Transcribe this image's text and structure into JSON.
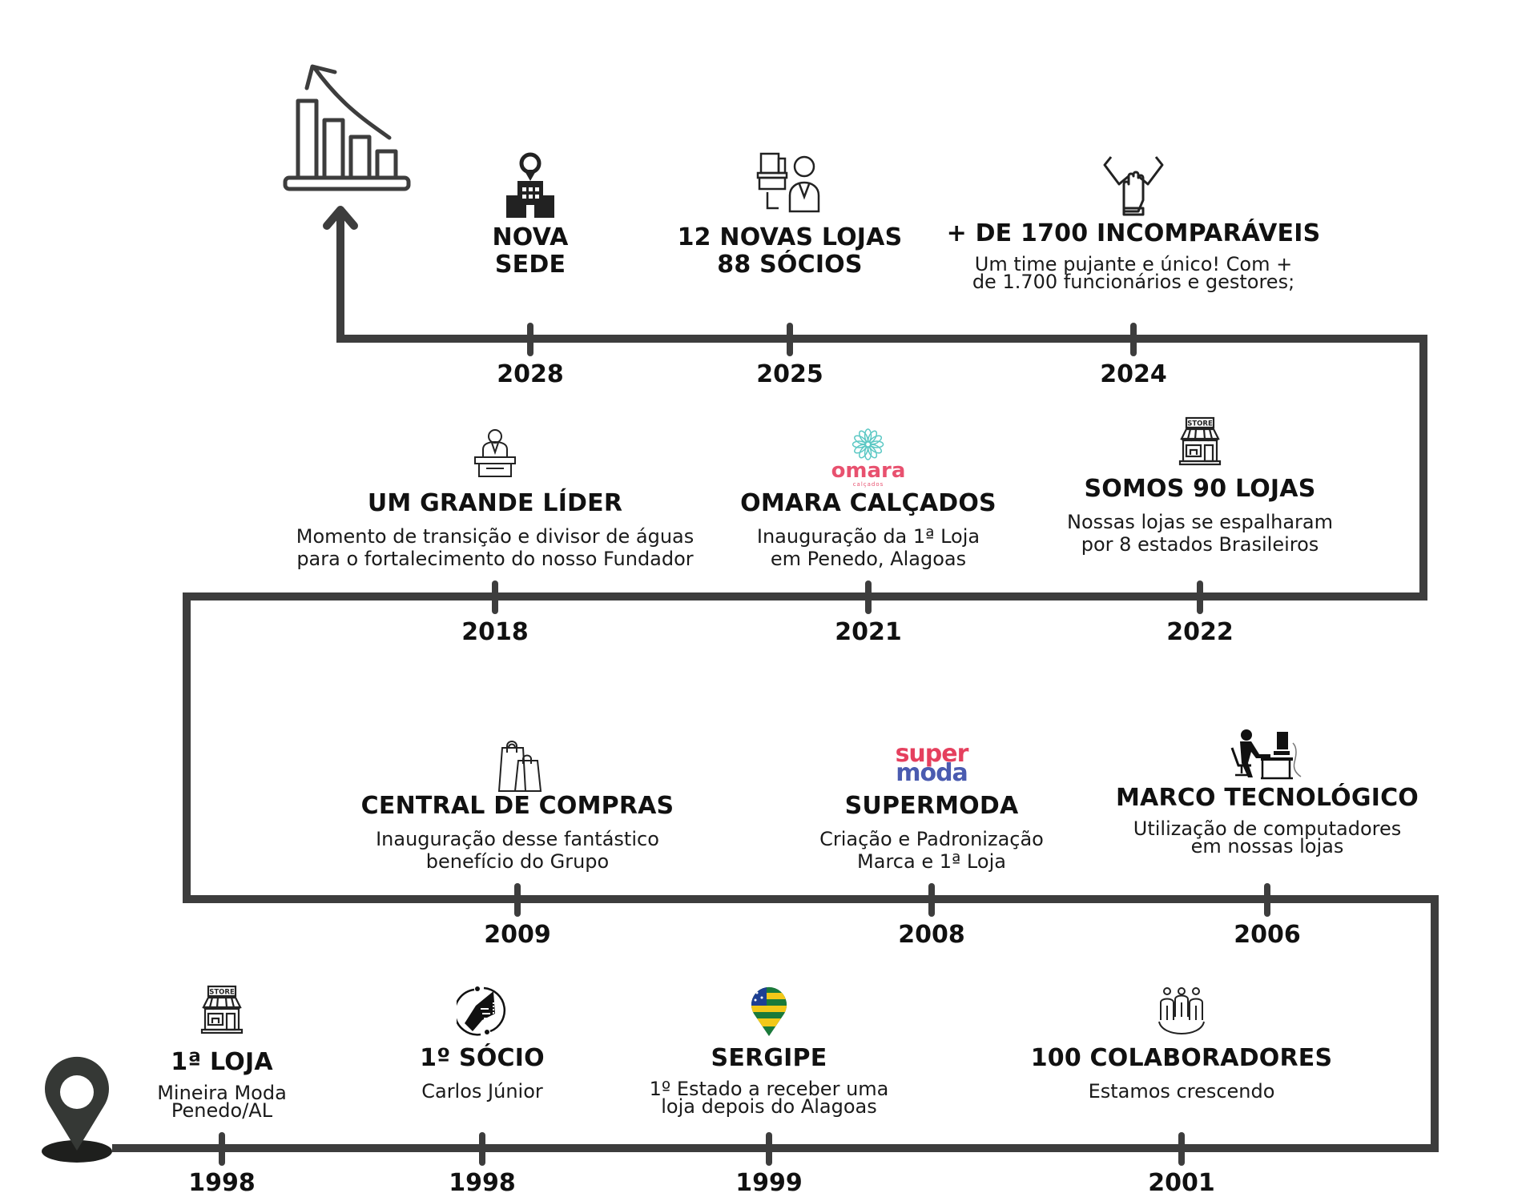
{
  "colors": {
    "line": "#3d3d3d",
    "pin": "#353835",
    "pin_base": "#1e1f1d",
    "omara_pink": "#e8516f",
    "omara_teal": "#5cc8c4",
    "super_red": "#e5405e",
    "moda_blue": "#4a5bb0"
  },
  "rows": [
    {
      "events": [
        {
          "year": "2028",
          "icon": "building-location-icon",
          "title_lines": [
            "NOVA",
            "SEDE"
          ],
          "desc_lines": []
        },
        {
          "year": "2025",
          "icon": "store-partner-icon",
          "title_lines": [
            "12 NOVAS LOJAS",
            "88 SÓCIOS"
          ],
          "desc_lines": []
        },
        {
          "year": "2024",
          "icon": "team-hands-icon",
          "title_lines": [
            "+ DE 1700 INCOMPARÁVEIS"
          ],
          "desc_lines": [
            "Um time pujante e único! Com +",
            "de 1.700 funcionários e gestores;"
          ]
        }
      ]
    },
    {
      "events": [
        {
          "year": "2018",
          "icon": "leader-podium-icon",
          "title_lines": [
            "UM GRANDE LÍDER"
          ],
          "desc_lines": [
            "Momento de transição e divisor de águas",
            "para o fortalecimento do nosso Fundador"
          ]
        },
        {
          "year": "2021",
          "icon": "omara-logo",
          "title_lines": [
            "OMARA CALÇADOS"
          ],
          "desc_lines": [
            "Inauguração da 1ª Loja",
            "em Penedo, Alagoas"
          ]
        },
        {
          "year": "2022",
          "icon": "store-icon",
          "title_lines": [
            "SOMOS 90 LOJAS"
          ],
          "desc_lines": [
            "Nossas lojas se espalharam",
            "por 8 estados Brasileiros"
          ]
        }
      ]
    },
    {
      "events": [
        {
          "year": "2009",
          "icon": "shopping-bags-icon",
          "title_lines": [
            "CENTRAL DE COMPRAS"
          ],
          "desc_lines": [
            "Inauguração desse fantástico",
            "benefício do Grupo"
          ]
        },
        {
          "year": "2008",
          "icon": "supermoda-logo",
          "title_lines": [
            "SUPERMODA"
          ],
          "desc_lines": [
            "Criação e Padronização",
            "Marca e 1ª Loja"
          ]
        },
        {
          "year": "2006",
          "icon": "computer-worker-icon",
          "title_lines": [
            "MARCO TECNOLÓGICO"
          ],
          "desc_lines": [
            "Utilização de computadores",
            "em nossas lojas"
          ]
        }
      ]
    },
    {
      "events": [
        {
          "year": "1998",
          "icon": "store-icon",
          "title_lines": [
            "1ª LOJA"
          ],
          "desc_lines": [
            "Mineira Moda",
            "Penedo/AL"
          ]
        },
        {
          "year": "1998",
          "icon": "handshake-icon",
          "title_lines": [
            "1º SÓCIO"
          ],
          "desc_lines": [
            "Carlos Júnior"
          ]
        },
        {
          "year": "1999",
          "icon": "sergipe-flag-pin-icon",
          "title_lines": [
            "SERGIPE"
          ],
          "desc_lines": [
            "1º Estado a receber uma",
            "loja depois do Alagoas"
          ]
        },
        {
          "year": "2001",
          "icon": "team-people-icon",
          "title_lines": [
            "100 COLABORADORES"
          ],
          "desc_lines": [
            "Estamos crescendo"
          ]
        }
      ]
    }
  ],
  "logos": {
    "omara": {
      "text": "omara",
      "sub": "calçados"
    },
    "supermoda": {
      "line1": "super",
      "line2": "moda"
    },
    "store_sign": "STORE"
  }
}
